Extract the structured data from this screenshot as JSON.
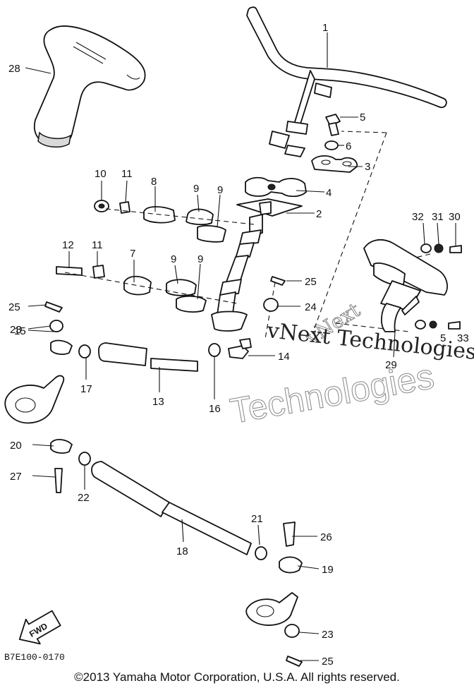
{
  "diagram": {
    "part_labels": {
      "p1": "1",
      "p2": "2",
      "p3": "3",
      "p4": "4",
      "p5a": "5",
      "p5b": "5",
      "p6": "6",
      "p7": "7",
      "p8": "8",
      "p9a": "9",
      "p9b": "9",
      "p9c": "9",
      "p9d": "9",
      "p10": "10",
      "p11a": "11",
      "p11b": "11",
      "p12": "12",
      "p13": "13",
      "p14": "14",
      "p15": "15",
      "p16": "16",
      "p17": "17",
      "p18": "18",
      "p19": "19",
      "p20": "20",
      "p21": "21",
      "p22": "22",
      "p23a": "23",
      "p23b": "23",
      "p24": "24",
      "p25a": "25",
      "p25b": "25",
      "p25c": "25",
      "p26": "26",
      "p27": "27",
      "p28": "28",
      "p29": "29",
      "p30": "30",
      "p31": "31",
      "p32": "32",
      "p33": "33"
    },
    "fwd_marker": "FWD",
    "diagram_code": "B7E100-0170",
    "watermark": {
      "line1": "vNext",
      "line2": "vNext Technologies",
      "line3": "Technologies"
    },
    "copyright": "©2013 Yamaha Motor Corporation, U.S.A. All rights reserved."
  }
}
